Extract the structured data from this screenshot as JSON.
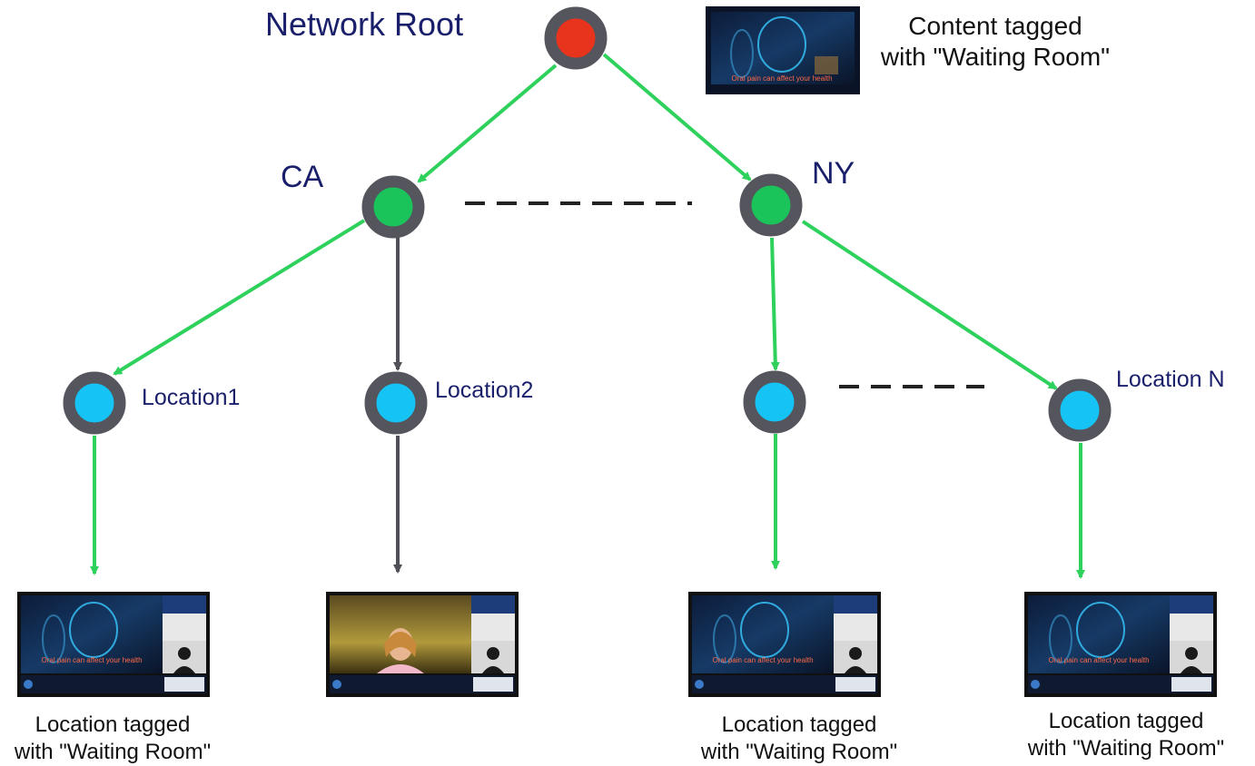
{
  "nodes": {
    "root": {
      "label": "Network Root",
      "color": "#e8341c"
    },
    "ca": {
      "label": "CA",
      "color": "#1bc45a"
    },
    "ny": {
      "label": "NY",
      "color": "#1bc45a"
    },
    "location1": {
      "label": "Location1",
      "color": "#16c3f5"
    },
    "location2": {
      "label": "Location2",
      "color": "#16c3f5"
    },
    "location_unlabeled": {
      "label": "",
      "color": "#16c3f5"
    },
    "location_n": {
      "label": "Location N",
      "color": "#16c3f5"
    }
  },
  "content_caption": {
    "line1": "Content tagged",
    "line2": "with \"Waiting Room\""
  },
  "location_caption": {
    "line1": "Location tagged",
    "line2": "with \"Waiting Room\""
  },
  "screen_slogan": "Oral pain can affect your health",
  "colors": {
    "tagged_arrow": "#2fd15d",
    "untagged_arrow": "#505058",
    "node_ring": "#55555e"
  }
}
